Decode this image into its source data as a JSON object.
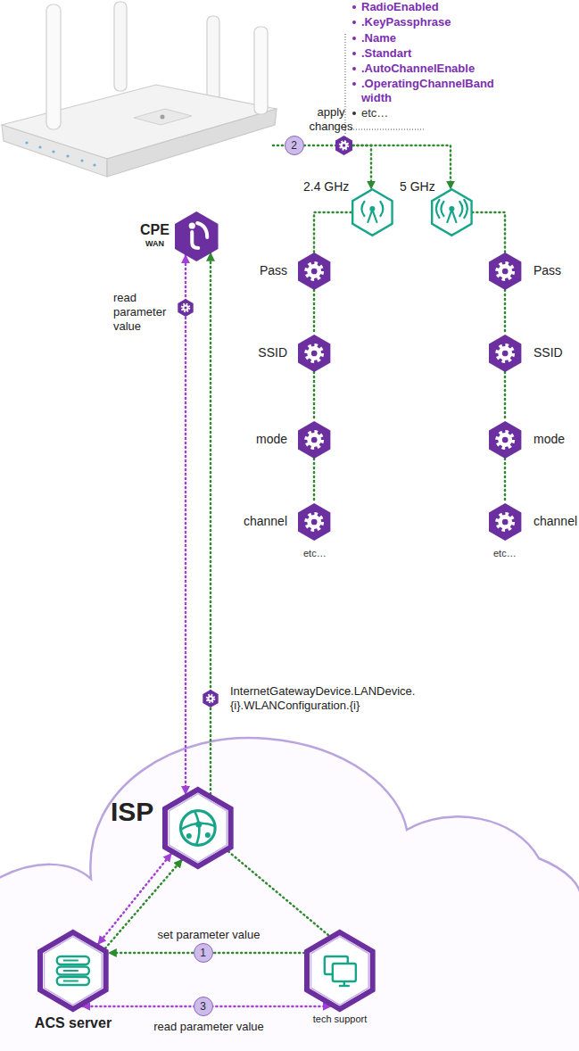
{
  "diagram": {
    "nodes": [
      {
        "text": [
          "apply changes"
        ]
      },
      {
        "text": [
          "2.4 GHz"
        ]
      },
      {
        "text": [
          "5 GHz"
        ]
      },
      {
        "text": [
          "Pass"
        ]
      },
      {
        "text": [
          "SSID"
        ]
      },
      {
        "text": [
          "mode"
        ]
      },
      {
        "text": [
          "channel"
        ]
      },
      {
        "text": [
          "Pass"
        ]
      },
      {
        "text": [
          "SSID"
        ]
      },
      {
        "text": [
          "mode"
        ]
      },
      {
        "text": [
          "channel"
        ]
      },
      {
        "text": [
          "CPE",
          "WAN"
        ]
      },
      {
        "text": [
          "ISP"
        ]
      },
      {
        "text": [
          "ACS server"
        ]
      },
      {
        "text": [
          "tech support"
        ]
      }
    ],
    "edges": [
      {
        "from": 0,
        "to": 1,
        "arrow": "to"
      },
      {
        "from": 0,
        "to": 2,
        "arrow": "to"
      },
      {
        "from": 1,
        "to": 3,
        "arrow": "none"
      },
      {
        "from": 3,
        "to": 4,
        "arrow": "none"
      },
      {
        "from": 4,
        "to": 5,
        "arrow": "none"
      },
      {
        "from": 5,
        "to": 6,
        "arrow": "none"
      },
      {
        "from": 2,
        "to": 7,
        "arrow": "none"
      },
      {
        "from": 7,
        "to": 8,
        "arrow": "none"
      },
      {
        "from": 8,
        "to": 9,
        "arrow": "none"
      },
      {
        "from": 9,
        "to": 10,
        "arrow": "none"
      },
      {
        "from": 11,
        "to": 12,
        "label": "read parameter value",
        "arrow": "both"
      },
      {
        "from": 12,
        "to": 11,
        "label": "InternetGatewayDevice.LANDevice. {i}.WLANConfiguration.{i}",
        "arrow": "to"
      },
      {
        "from": 13,
        "to": 12,
        "arrow": "both"
      },
      {
        "from": 13,
        "to": 12,
        "arrow": "to"
      },
      {
        "from": 12,
        "to": 14,
        "arrow": "none"
      },
      {
        "from": 14,
        "to": 13,
        "label": "set parameter value",
        "arrow": "to"
      },
      {
        "from": 13,
        "to": 14,
        "label": "read parameter value",
        "arrow": "both"
      }
    ],
    "labels": [
      "RadioEnabled",
      ".KeyPassphrase",
      ".Name",
      ".Standart",
      ".AutoChannelEnable",
      ".OperatingChannelBand width",
      "etc…",
      "2",
      "etc…",
      "etc…",
      "1",
      "3"
    ]
  }
}
